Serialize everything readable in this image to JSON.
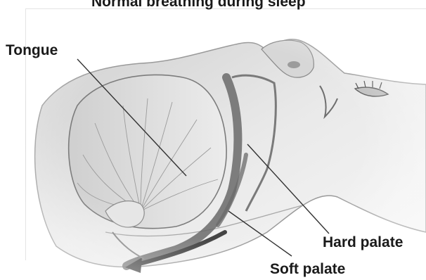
{
  "title": "Normal breathing during sleep",
  "labels": {
    "tongue": "Tongue",
    "hard_palate": "Hard palate",
    "soft_palate": "Soft palate"
  },
  "colors": {
    "airway_arrow": "#555555",
    "tissue": "#bdbdbd",
    "skin": "#e8e8e8"
  }
}
